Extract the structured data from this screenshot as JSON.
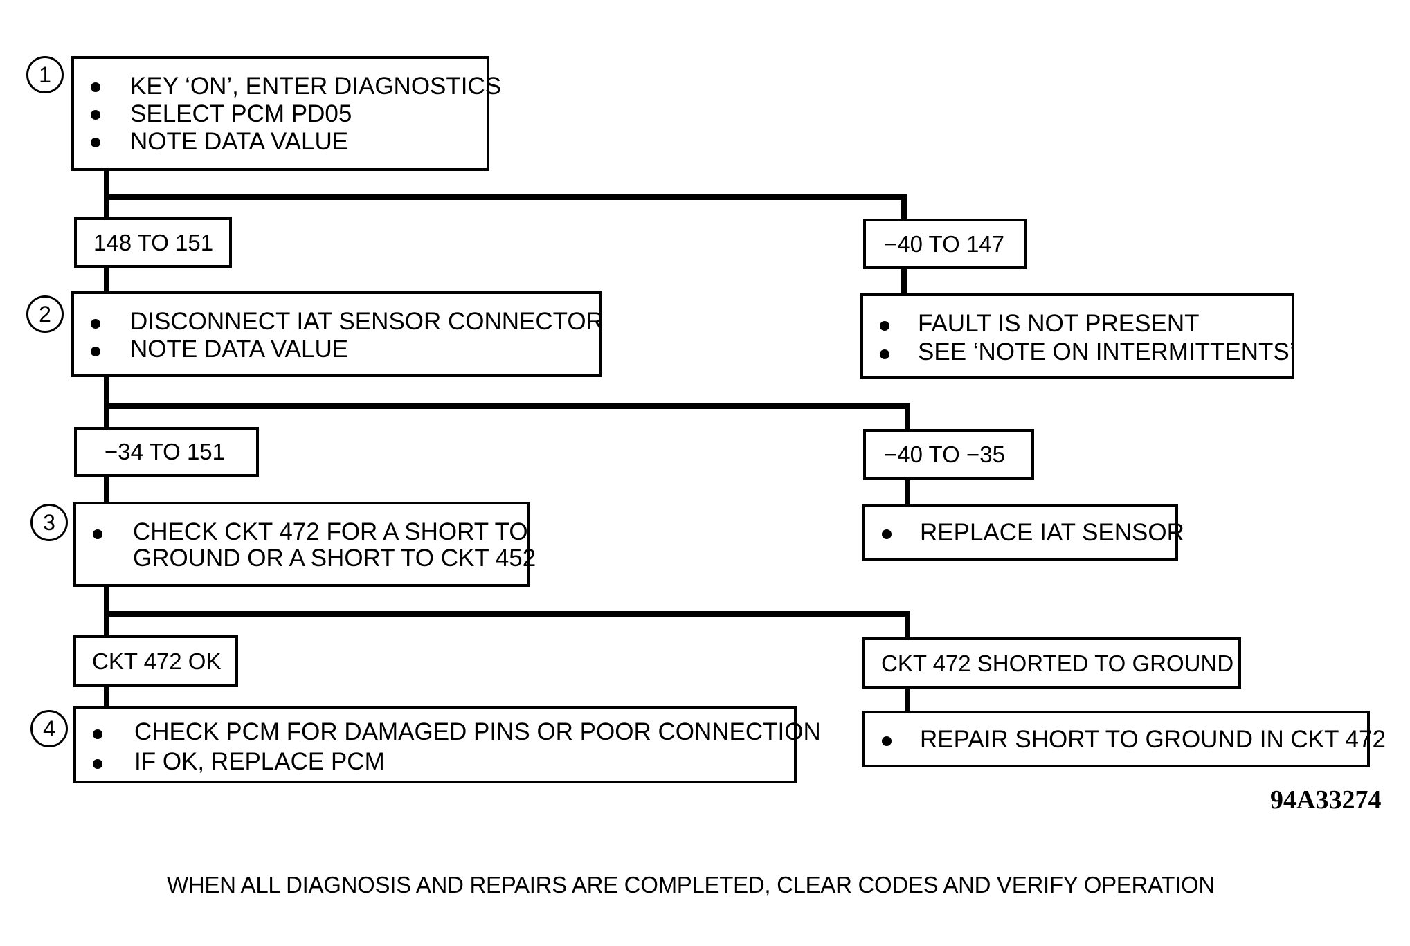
{
  "steps": [
    {
      "number": "1",
      "lines": [
        "KEY ‘ON’, ENTER DIAGNOSTICS",
        "SELECT PCM PD05",
        "NOTE DATA VALUE"
      ]
    },
    {
      "number": "2",
      "lines": [
        "DISCONNECT IAT SENSOR CONNECTOR",
        "NOTE DATA VALUE"
      ]
    },
    {
      "number": "3",
      "lines": [
        "CHECK CKT 472 FOR A SHORT TO",
        "GROUND OR A SHORT TO CKT 452"
      ]
    },
    {
      "number": "4",
      "lines": [
        "CHECK PCM FOR DAMAGED PINS OR POOR CONNECTION",
        "IF OK,  REPLACE PCM"
      ]
    }
  ],
  "branches": {
    "b1_left": "148 TO 151",
    "b1_right": "−40 TO 147",
    "b2_left": "−34 TO 151",
    "b2_right": "−40 TO −35",
    "b3_left": "CKT 472 OK",
    "b3_right": "CKT 472 SHORTED TO GROUND"
  },
  "results": {
    "r1": [
      "FAULT IS NOT PRESENT",
      "SEE ‘NOTE ON INTERMITTENTS’"
    ],
    "r2": [
      "REPLACE IAT SENSOR"
    ],
    "r3": [
      "REPAIR SHORT TO GROUND IN CKT 472"
    ]
  },
  "figure_code": "94A33274",
  "footer": "WHEN ALL DIAGNOSIS AND REPAIRS ARE COMPLETED, CLEAR CODES AND VERIFY OPERATION"
}
